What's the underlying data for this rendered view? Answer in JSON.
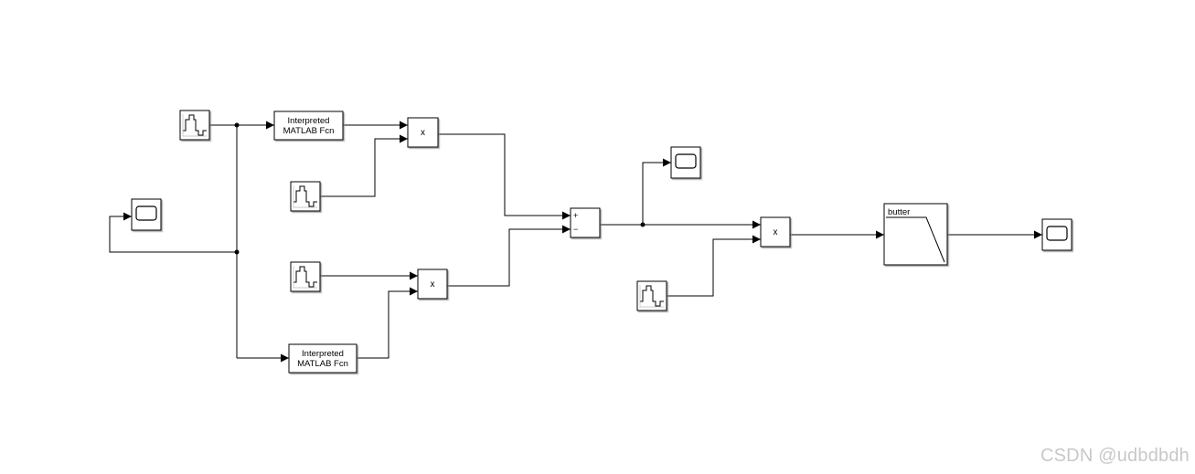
{
  "diagram": {
    "blocks": {
      "fcn1": {
        "line1": "Interpreted",
        "line2": "MATLAB Fcn"
      },
      "fcn2": {
        "line1": "Interpreted",
        "line2": "MATLAB Fcn"
      },
      "prod1": {
        "label": "x"
      },
      "prod2": {
        "label": "x"
      },
      "prod3": {
        "label": "x"
      },
      "sum": {
        "plus": "+",
        "minus": "−"
      },
      "filter": {
        "label": "butter"
      }
    },
    "icons": {
      "source": "sine-wave-source-icon",
      "scope": "scope-icon"
    }
  },
  "watermark": "CSDN @udbdbdh"
}
